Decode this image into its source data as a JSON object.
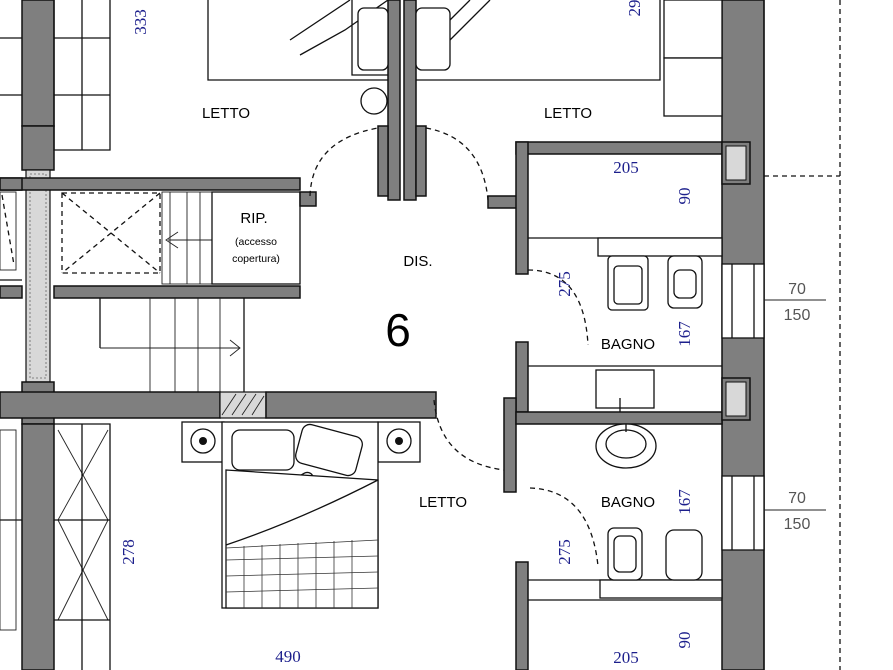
{
  "rooms": {
    "letto_top_left": "LETTO",
    "letto_top_right": "LETTO",
    "letto_bottom": "LETTO",
    "dis": "DIS.",
    "bagno_1": "BAGNO",
    "bagno_2": "BAGNO",
    "rip_title": "RIP.",
    "rip_sub1": "(accesso",
    "rip_sub2": "copertura)"
  },
  "unit_number": "6",
  "dimensions": {
    "d333": "333",
    "d29": "29",
    "d205_top": "205",
    "d90_top": "90",
    "d275_top": "275",
    "d167_top": "167",
    "d278": "278",
    "d490": "490",
    "d167_bottom": "167",
    "d275_bottom": "275",
    "d205_bottom": "205",
    "d90_bottom": "90"
  },
  "windows": {
    "w1_top": "70",
    "w1_bottom": "150",
    "w2_top": "70",
    "w2_bottom": "150"
  },
  "colors": {
    "dimension_text": "#1c1f8c",
    "wall_fill": "#7f7f7f"
  }
}
